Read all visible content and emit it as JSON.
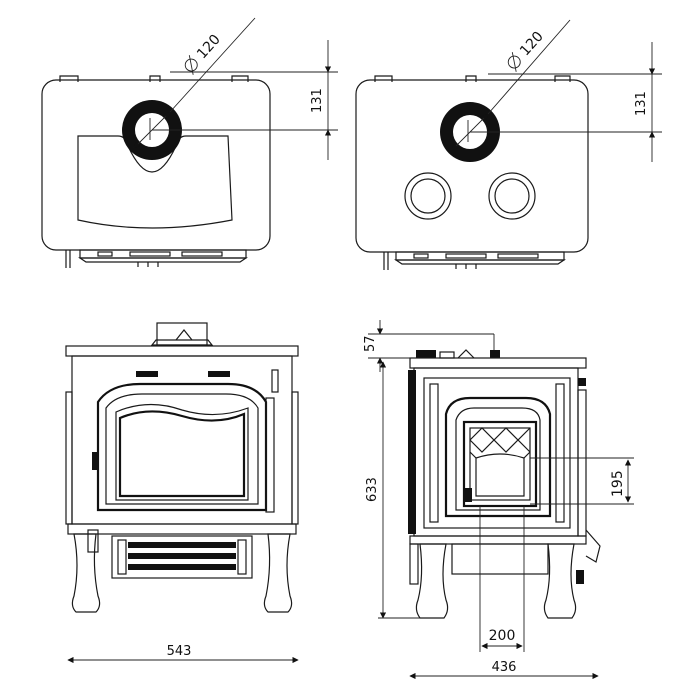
{
  "top_view_left": {
    "flue_diameter": "120",
    "flue_offset": "131"
  },
  "top_view_right": {
    "flue_diameter": "120",
    "flue_offset": "131"
  },
  "front_view": {
    "width": "543"
  },
  "side_view": {
    "top_height": "57",
    "total_height": "633",
    "window_height": "195",
    "leg_spacing": "200",
    "depth": "436"
  }
}
